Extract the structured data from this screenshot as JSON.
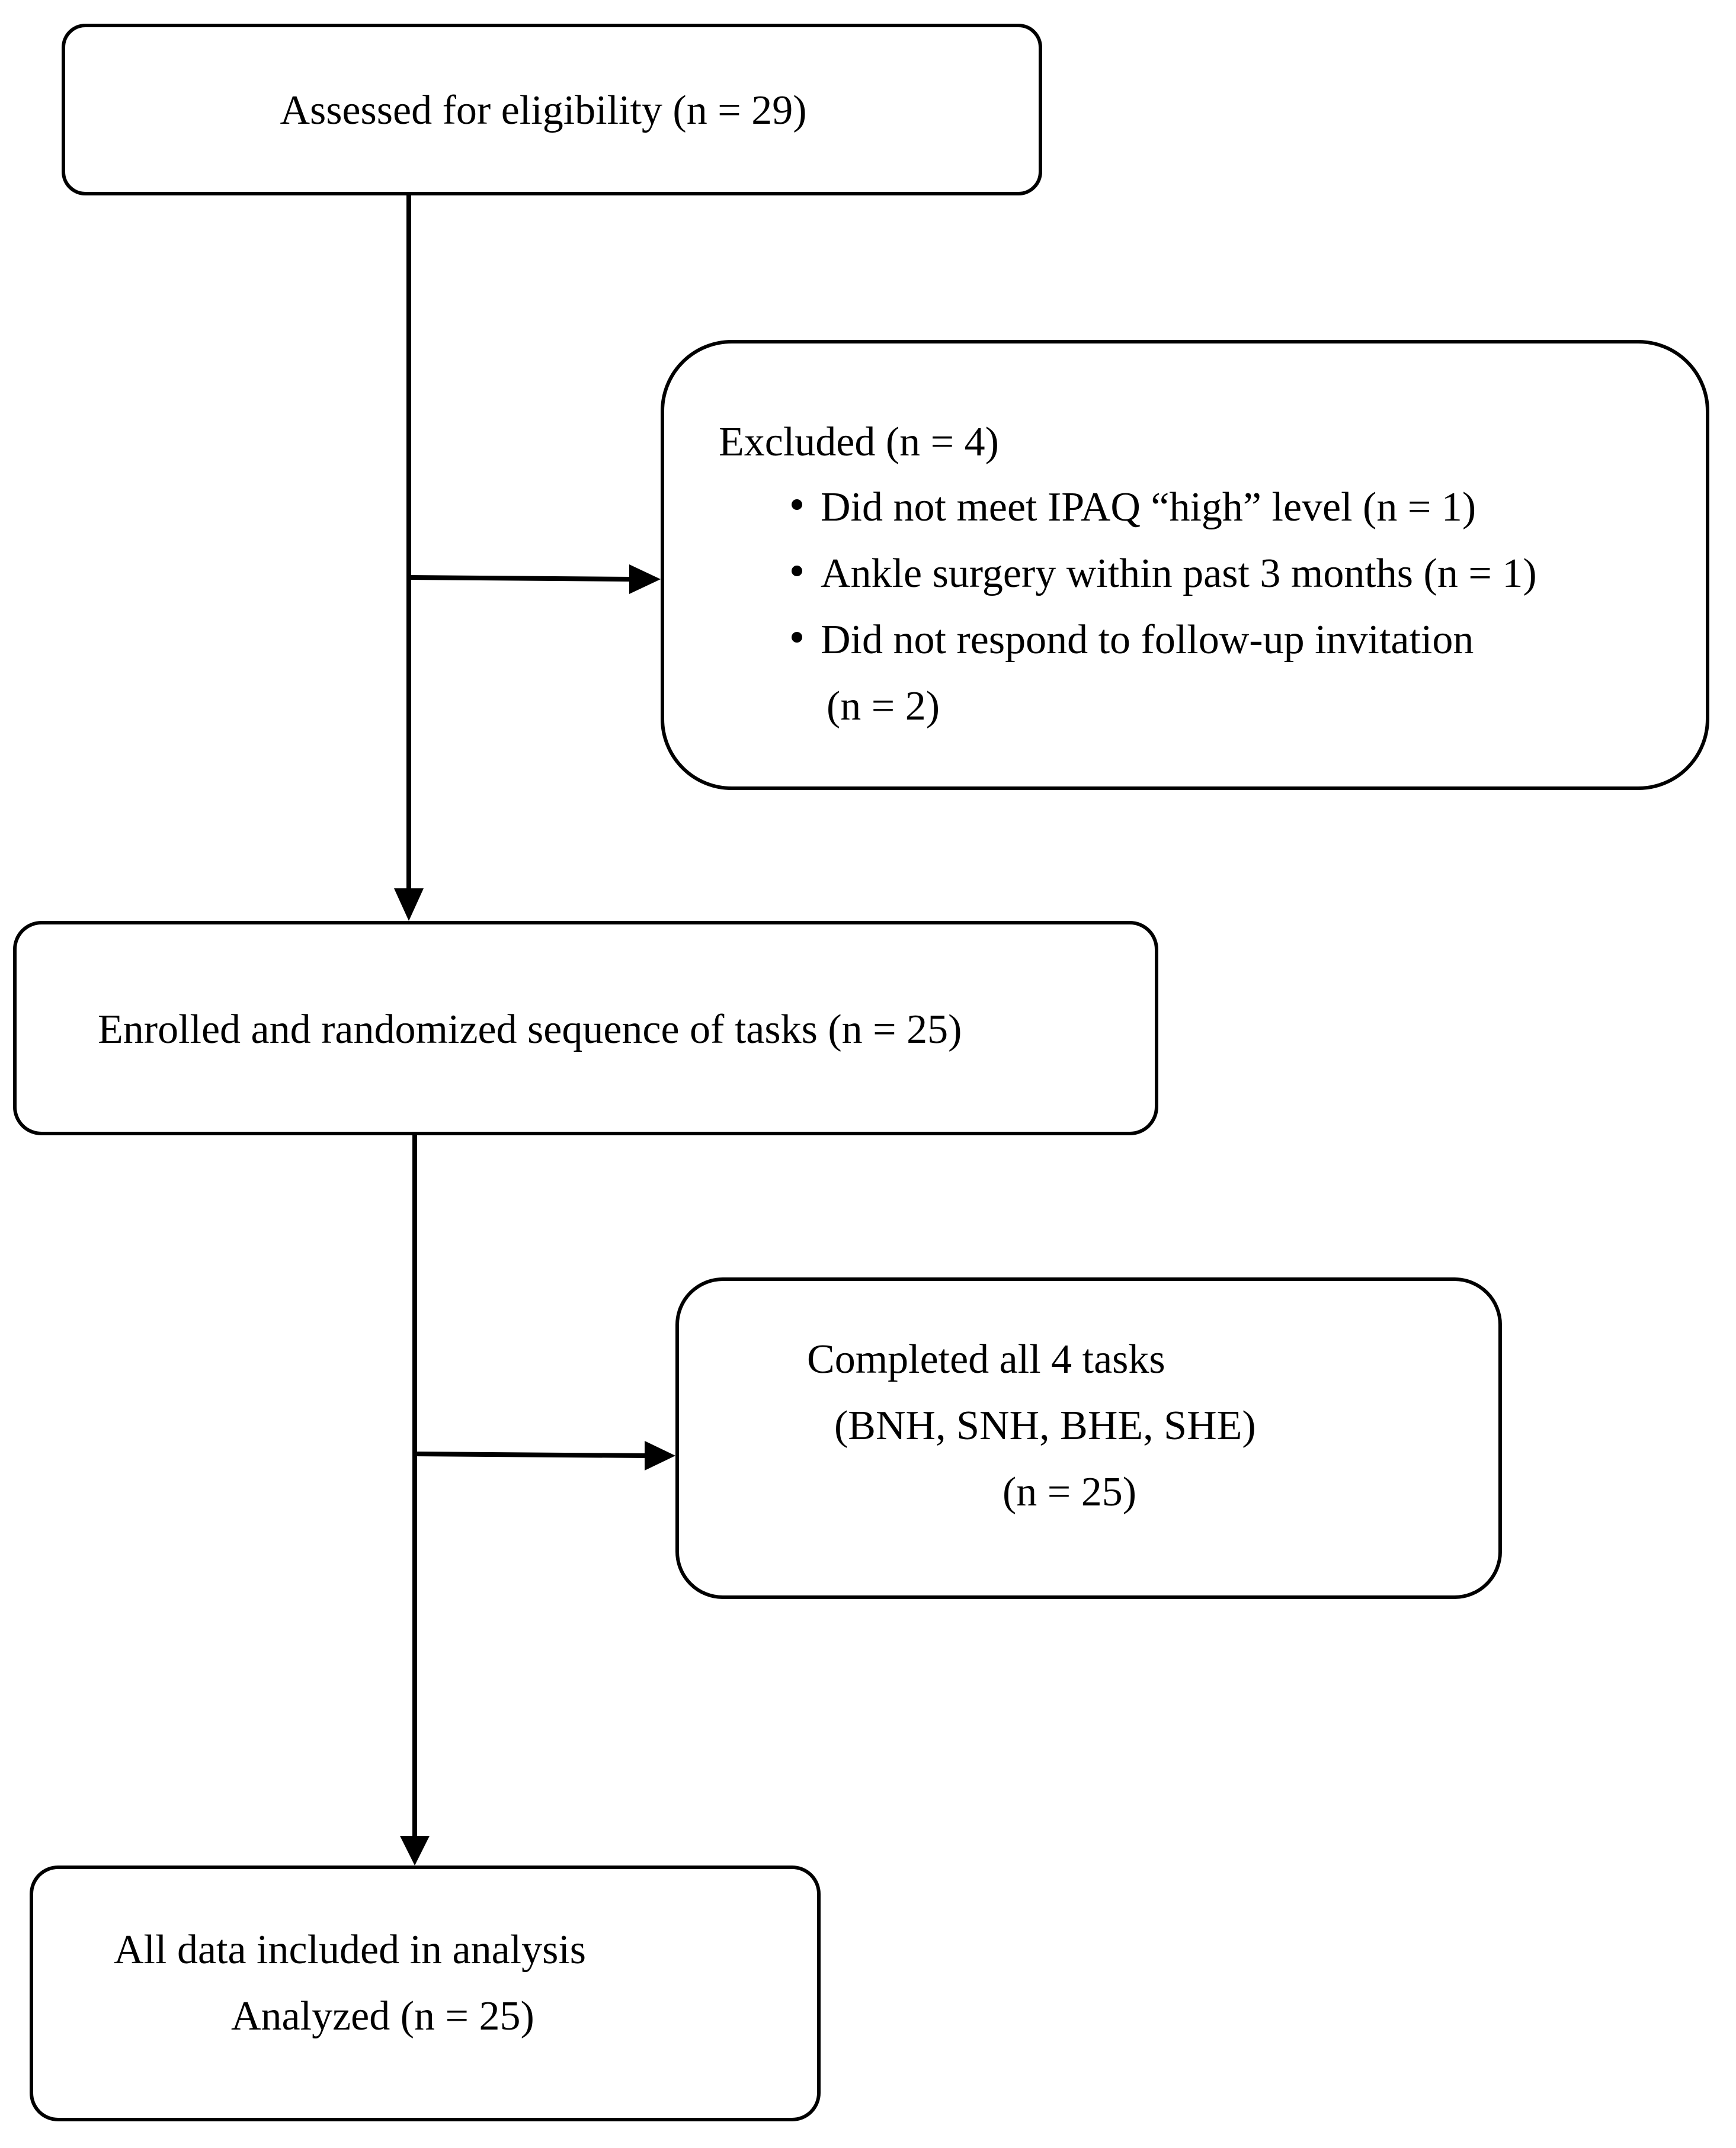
{
  "flow": {
    "assessed": {
      "label": "Assessed for eligibility (n = 29)"
    },
    "excluded": {
      "title": "Excluded (n = 4)",
      "reasons": [
        "Did not meet IPAQ “high” level (n = 1)",
        "Ankle surgery within past 3 months (n = 1)",
        "Did not respond to follow-up invitation"
      ],
      "reason_3_continuation": "(n = 2)"
    },
    "enrolled": {
      "label": "Enrolled and randomized sequence of tasks (n = 25)"
    },
    "completed": {
      "line1": "Completed all 4 tasks",
      "line2": "(BNH, SNH, BHE, SHE)",
      "line3": "(n = 25)"
    },
    "analyzed": {
      "line1": "All data included in analysis",
      "line2": "Analyzed (n = 25)"
    }
  }
}
